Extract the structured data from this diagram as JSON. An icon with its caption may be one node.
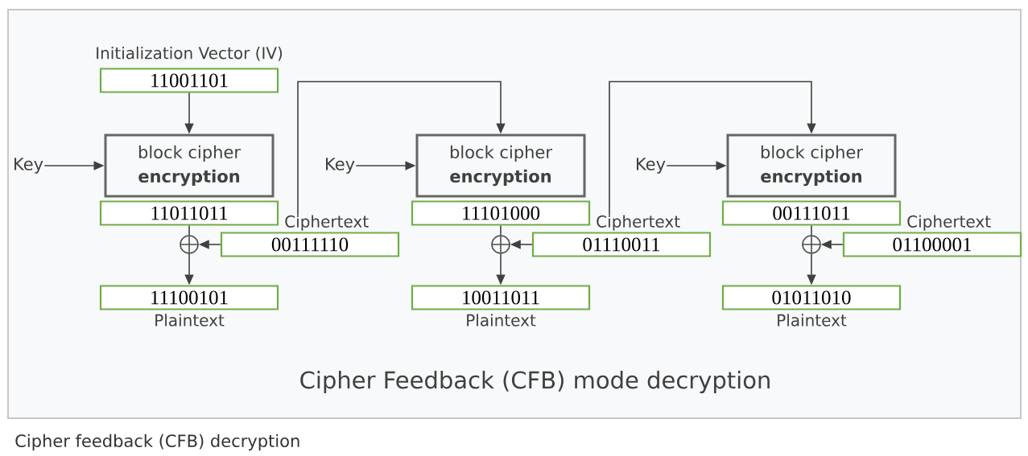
{
  "diagram": {
    "title": "Cipher Feedback (CFB) mode decryption",
    "caption": "Cipher feedback (CFB) decryption",
    "nodes": [
      {
        "text": [
          "Initialization Vector (IV)",
          "11001101"
        ]
      },
      {
        "text": [
          "Key"
        ]
      },
      {
        "text": [
          "block cipher",
          "encryption"
        ]
      },
      {
        "text": [
          "11011011"
        ]
      },
      {
        "text": [
          "Ciphertext",
          "00111110"
        ]
      },
      {
        "text": [],
        "shape": "circle"
      },
      {
        "text": [
          "11100101",
          "Plaintext"
        ]
      },
      {
        "text": [
          "Key"
        ]
      },
      {
        "text": [
          "block cipher",
          "encryption"
        ]
      },
      {
        "text": [
          "11101000"
        ]
      },
      {
        "text": [
          "Ciphertext",
          "01110011"
        ]
      },
      {
        "text": [],
        "shape": "circle"
      },
      {
        "text": [
          "10011011",
          "Plaintext"
        ]
      },
      {
        "text": [
          "Key"
        ]
      },
      {
        "text": [
          "block cipher",
          "encryption"
        ]
      },
      {
        "text": [
          "00111011"
        ]
      },
      {
        "text": [
          "Ciphertext",
          "01100001"
        ]
      },
      {
        "text": [],
        "shape": "circle"
      },
      {
        "text": [
          "01011010",
          "Plaintext"
        ]
      }
    ],
    "edges": [
      {
        "from": 0,
        "to": 2,
        "arrow": "to"
      },
      {
        "from": 1,
        "to": 2,
        "arrow": "to"
      },
      {
        "from": 3,
        "to": 5,
        "arrow": "none"
      },
      {
        "from": 4,
        "to": 5,
        "arrow": "to"
      },
      {
        "from": 5,
        "to": 6,
        "arrow": "to"
      },
      {
        "from": 4,
        "to": 8,
        "arrow": "to"
      },
      {
        "from": 7,
        "to": 8,
        "arrow": "to"
      },
      {
        "from": 9,
        "to": 11,
        "arrow": "none"
      },
      {
        "from": 10,
        "to": 11,
        "arrow": "to"
      },
      {
        "from": 11,
        "to": 12,
        "arrow": "to"
      },
      {
        "from": 10,
        "to": 14,
        "arrow": "to"
      },
      {
        "from": 13,
        "to": 14,
        "arrow": "to"
      },
      {
        "from": 15,
        "to": 17,
        "arrow": "none"
      },
      {
        "from": 16,
        "to": 17,
        "arrow": "to"
      },
      {
        "from": 17,
        "to": 18,
        "arrow": "to"
      }
    ]
  }
}
